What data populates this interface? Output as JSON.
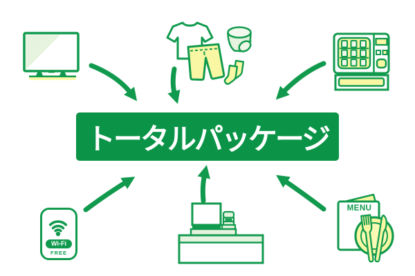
{
  "banner": {
    "label": "トータルパッケージ"
  },
  "wifi": {
    "badge": "Wi-Fi",
    "free_label": "FREE"
  },
  "menu": {
    "title": "MENU"
  },
  "colors": {
    "green": "#119a4e",
    "banner_green": "#0b9447",
    "light_green": "#e6f3de",
    "pale_green": "#f2f9ec",
    "yellow": "#f9f7a3",
    "background": "#ffffff"
  },
  "icons": [
    "tv-icon",
    "clothing-icon",
    "vending-machine-icon",
    "wifi-icon",
    "reception-desk-icon",
    "menu-book-icon"
  ]
}
